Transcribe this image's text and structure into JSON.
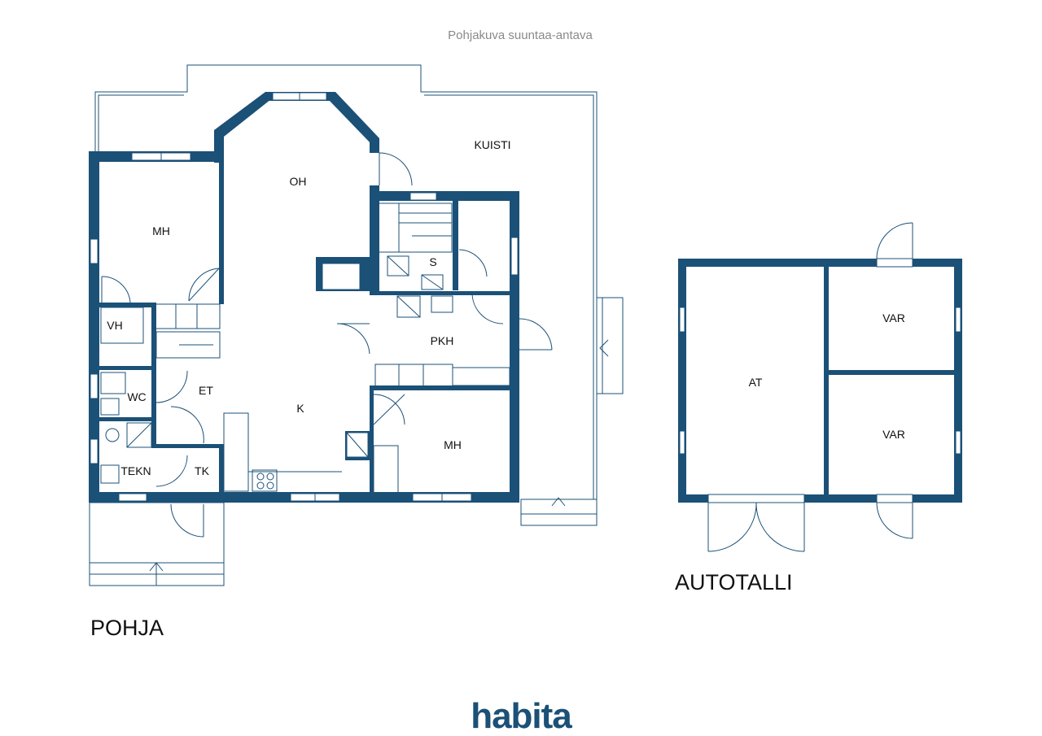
{
  "caption": "Pohjakuva suuntaa-antava",
  "colors": {
    "wall": "#1b5077",
    "background": "#ffffff"
  },
  "sections": {
    "main": "POHJA",
    "garage": "AUTOTALLI"
  },
  "rooms": {
    "kuisti": "KUISTI",
    "oh": "OH",
    "mh1": "MH",
    "s": "S",
    "vh": "VH",
    "pkh": "PKH",
    "et": "ET",
    "wc": "WC",
    "k": "K",
    "mh2": "MH",
    "tekn": "TEKN",
    "tk": "TK",
    "at": "AT",
    "var1": "VAR",
    "var2": "VAR"
  },
  "brand": {
    "logo_text": "habita"
  }
}
